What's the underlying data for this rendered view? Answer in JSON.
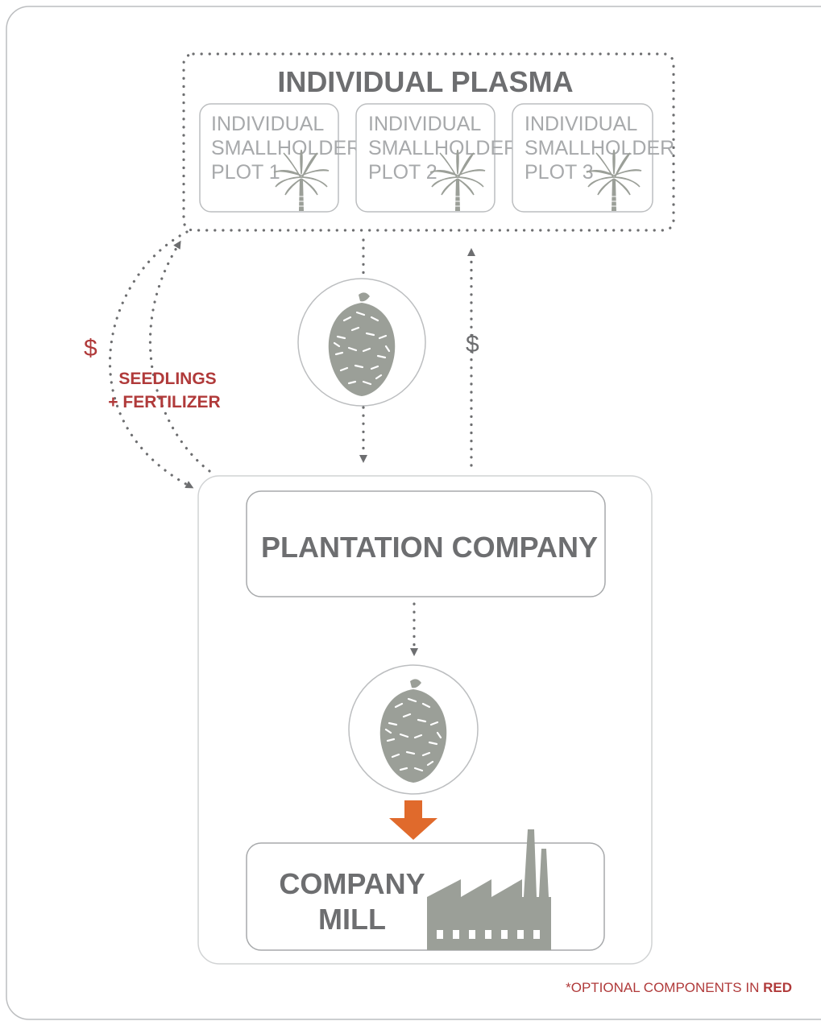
{
  "plasma": {
    "title": "INDIVIDUAL PLASMA",
    "plots": [
      {
        "line1": "INDIVIDUAL",
        "line2": "SMALLHOLDER",
        "line3": "PLOT 1",
        "icon": "palm-tree-icon"
      },
      {
        "line1": "INDIVIDUAL",
        "line2": "SMALLHOLDER",
        "line3": "PLOT 2",
        "icon": "palm-tree-icon"
      },
      {
        "line1": "INDIVIDUAL",
        "line2": "SMALLHOLDER",
        "line3": "PLOT 3",
        "icon": "palm-tree-icon"
      }
    ]
  },
  "flows": {
    "left_dollar": "$",
    "seedlings_line1": "SEEDLINGS",
    "seedlings_line2": "+ FERTILIZER",
    "right_dollar": "$"
  },
  "company": {
    "title": "PLANTATION COMPANY"
  },
  "mill": {
    "line1": "COMPANY",
    "line2": "MILL",
    "icon": "factory-icon"
  },
  "note": {
    "prefix": "*OPTIONAL COMPONENTS IN ",
    "emphasis": "RED"
  },
  "colors": {
    "dark_gray": "#6d6e70",
    "light_gray": "#a7a9ab",
    "icon_gray": "#9b9f98",
    "optional_red": "#b03a3a",
    "arrow_orange": "#e06a2c"
  }
}
